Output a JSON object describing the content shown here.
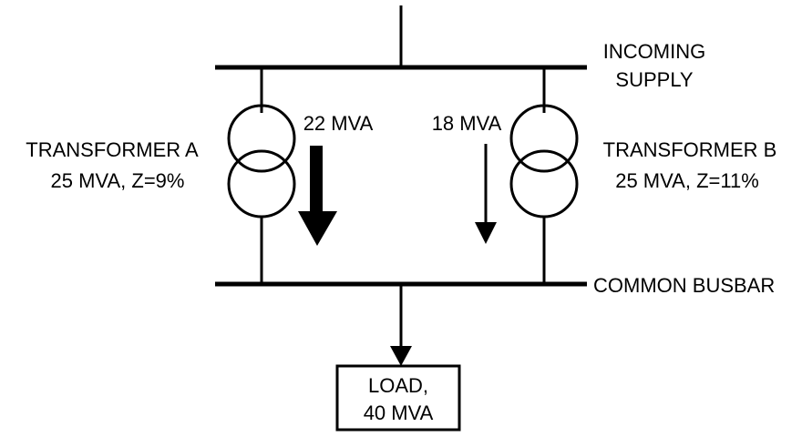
{
  "diagram": {
    "incoming_supply": {
      "line1": "INCOMING",
      "line2": "SUPPLY"
    },
    "common_busbar": "COMMON BUSBAR",
    "transformer_a": {
      "name": "TRANSFORMER A",
      "rating": "25 MVA, Z=9%",
      "flow_label": "22 MVA",
      "flow_mva": 22
    },
    "transformer_b": {
      "name": "TRANSFORMER B",
      "rating": "25 MVA, Z=11%",
      "flow_label": "18 MVA",
      "flow_mva": 18
    },
    "load": {
      "line1": "LOAD,",
      "line2": "40 MVA"
    },
    "colors": {
      "line": "#000000",
      "background": "#ffffff"
    }
  }
}
